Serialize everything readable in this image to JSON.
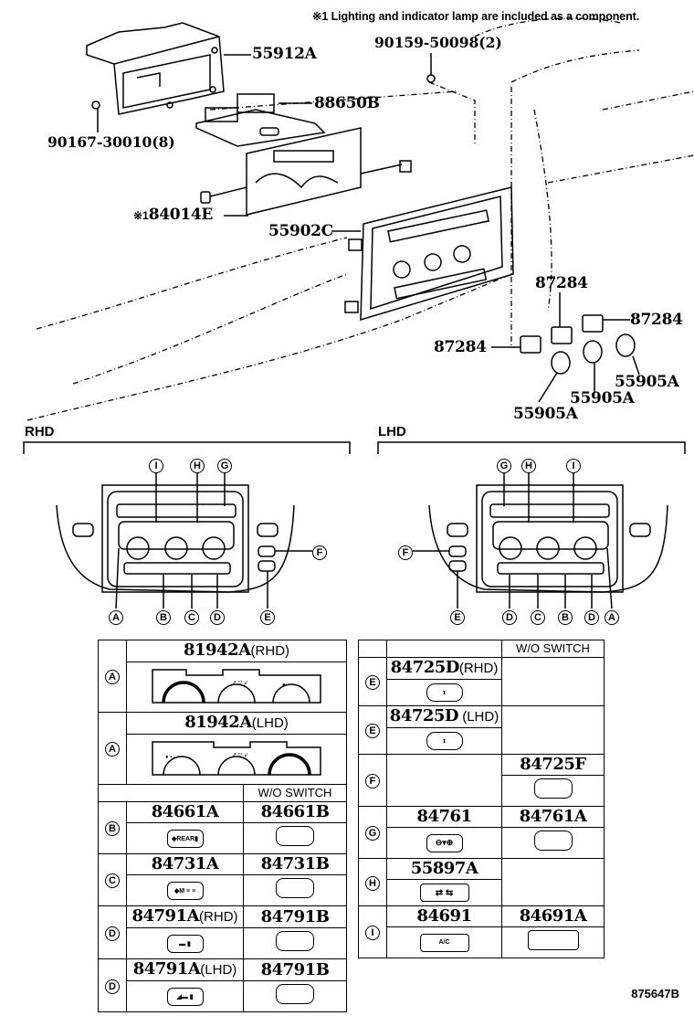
{
  "note": "※1 Lighting and indicator lamp are included as a component.",
  "figure_number": "875647B",
  "exploded_view": {
    "callouts": [
      {
        "id": "bracket",
        "part": "55912A"
      },
      {
        "id": "screw-top",
        "part": "90159-50098(2)"
      },
      {
        "id": "board",
        "part": "88650B"
      },
      {
        "id": "screw-left",
        "part": "90167-30010(8)"
      },
      {
        "id": "control-unit",
        "part": "84014E",
        "mark": "※1"
      },
      {
        "id": "bezel",
        "part": "55902C"
      },
      {
        "id": "knob-base-1",
        "part": "87284"
      },
      {
        "id": "knob-base-2",
        "part": "87284"
      },
      {
        "id": "knob-base-3",
        "part": "87284"
      },
      {
        "id": "knob-1",
        "part": "55905A"
      },
      {
        "id": "knob-2",
        "part": "55905A"
      },
      {
        "id": "knob-3",
        "part": "55905A"
      }
    ]
  },
  "layouts": {
    "rhd": {
      "title": "RHD",
      "top_labels": [
        "I",
        "H",
        "G"
      ],
      "bottom_labels": [
        "A",
        "B",
        "C",
        "D",
        "E"
      ],
      "side_label": "F"
    },
    "lhd": {
      "title": "LHD",
      "top_labels": [
        "G",
        "H",
        "I"
      ],
      "bottom_labels": [
        "D",
        "C",
        "B",
        "D",
        "A"
      ],
      "side_labels": [
        "F",
        "E"
      ]
    }
  },
  "left_table": {
    "wo_switch_header": "W/O SWITCH",
    "rows": [
      {
        "letter": "A",
        "part": "81942A",
        "suffix": "(RHD)",
        "icon": "rhd-dial-panel"
      },
      {
        "letter": "A",
        "part": "81942A",
        "suffix": "(LHD)",
        "icon": "lhd-dial-panel"
      },
      {
        "letter": "B",
        "part": "84661A",
        "suffix": "",
        "icon": "rear-defog-button",
        "icon_text": "◆REAR▮",
        "wo_part": "84661B"
      },
      {
        "letter": "C",
        "part": "84731A",
        "suffix": "",
        "icon": "mirror-heater-button",
        "icon_text": "◆M̲ ≡ ≡",
        "wo_part": "84731B"
      },
      {
        "letter": "D",
        "part": "84791A",
        "suffix": "(RHD)",
        "icon": "seat-heater-button",
        "icon_text": "▬ ▮",
        "wo_part": "84791B"
      },
      {
        "letter": "D",
        "part": "84791A",
        "suffix": "(LHD)",
        "icon": "seat-heater-button",
        "icon_text": "◢▬ ▮",
        "wo_part": "84791B"
      }
    ]
  },
  "right_table": {
    "wo_switch_header": "W/O SWITCH",
    "rows": [
      {
        "letter": "E",
        "part": "84725D",
        "suffix": "(RHD)",
        "icon": "switch-button",
        "icon_text": "ɪ"
      },
      {
        "letter": "E",
        "part": "84725D",
        "suffix": " (LHD)",
        "icon": "switch-button",
        "icon_text": "ɪ"
      },
      {
        "letter": "F",
        "wo_part": "84725F"
      },
      {
        "letter": "G",
        "part": "84761",
        "icon": "fan-button",
        "icon_text": "⊖▾⊕",
        "wo_part": "84761A"
      },
      {
        "letter": "H",
        "part": "55897A",
        "icon": "recirculation-button",
        "icon_text": "⇄  ⇆"
      },
      {
        "letter": "I",
        "part": "84691",
        "icon": "ac-button",
        "icon_text": "A/C",
        "wo_part": "84691A"
      }
    ]
  }
}
